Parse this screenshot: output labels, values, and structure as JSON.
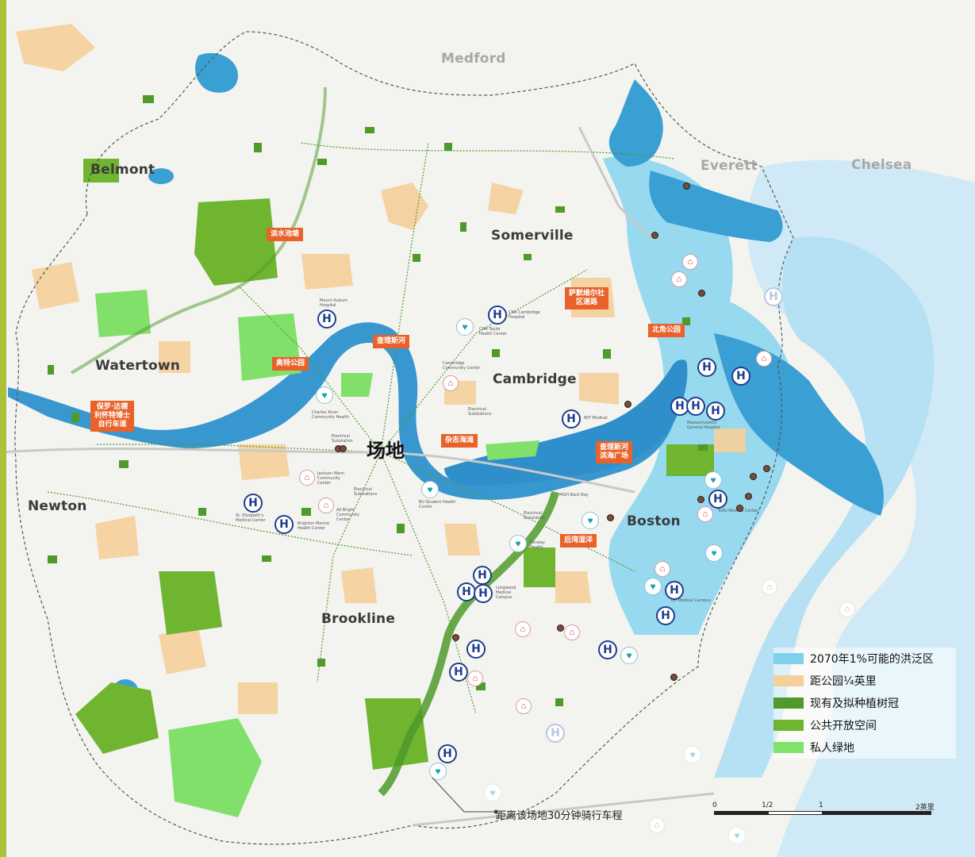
{
  "places": {
    "medford": "Medford",
    "everett": "Everett",
    "chelsea": "Chelsea",
    "belmont": "Belmont",
    "somerville": "Somerville",
    "watertown": "Watertown",
    "cambridge": "Cambridge",
    "newton": "Newton",
    "boston": "Boston",
    "brookline": "Brookline"
  },
  "site_label": "场地",
  "callouts": {
    "fresh_pond": "淡水池塘",
    "sacramento": "萨默维尔社\n区道路",
    "north_point": "北角公园",
    "charles_river": "查理斯河",
    "mount_auburn": "奥特公园",
    "paul_dudley": "保罗·达德\n利怀特博士\n自行车道",
    "magazine_beach": "杂志海滩",
    "esplanade": "查理斯河\n滨海广场",
    "back_bay_fens": "后湾湿洋"
  },
  "poi_labels": {
    "mount_auburn_hospital": "Mount Auburn\nHospital",
    "cha_cambridge": "CHA Cambridge\nHospital",
    "cha_taylor": "CHA Taylor\nHealth Center",
    "cambridge_center": "Cambridge\nCommunity Center",
    "charles_river_health": "Charles River\nCommunity Health",
    "electrical_substation_1": "Electrical\nSubstation",
    "electrical_substation_2": "Electrical\nSubstations",
    "electrical_substation_3": "Electrical\nSubstations",
    "electrical_substation_4": "Electrical\nSubstation",
    "jackson_mann": "Jackson Mann\nCommunity\nCenter",
    "bu_student_health": "BU Student Health\nCenter",
    "all_bright": "All Bright\nCommunity\nCenter",
    "mit_medical": "MIT Medical",
    "mass_general": "Massachusetts\nGeneral Hospital",
    "mgh_back_bay": "MGH Back Bay",
    "st_elizabeths": "St. Elizabeth's\nMedical Center",
    "brighton_marine": "Brighton Marine\nHealth Center",
    "fenway_health": "Fenway\nHealth",
    "longwood": "Longwood\nMedical\nCampus",
    "tufts": "Tufts Medical Center",
    "bu_medical": "BU Medical Campus"
  },
  "icons": {
    "hospital": "H",
    "health_center": "♥",
    "school": "⌂"
  },
  "legend": [
    {
      "label": "2070年1%可能的洪泛区",
      "color": "#7fd0ec"
    },
    {
      "label": "距公园¼英里",
      "color": "#f6cf9a"
    },
    {
      "label": "现有及拟种植树冠",
      "color": "#4f9a2a"
    },
    {
      "label": "公共开放空间",
      "color": "#6fb52f"
    },
    {
      "label": "私人绿地",
      "color": "#7fe26a"
    }
  ],
  "scale": {
    "ticks": [
      "0",
      "1/2",
      "1",
      "2英里"
    ]
  },
  "ride_note": "距离该场地30分钟骑行车程",
  "colors": {
    "water": "#4aaed8",
    "water_deep": "#2f8fcb",
    "flood": "#85d4f0",
    "tree": "#4f9a2a",
    "open_space": "#6fb52f",
    "private_green": "#80e06a",
    "park_buffer": "#f6cf9a",
    "callout": "#e8622a"
  }
}
